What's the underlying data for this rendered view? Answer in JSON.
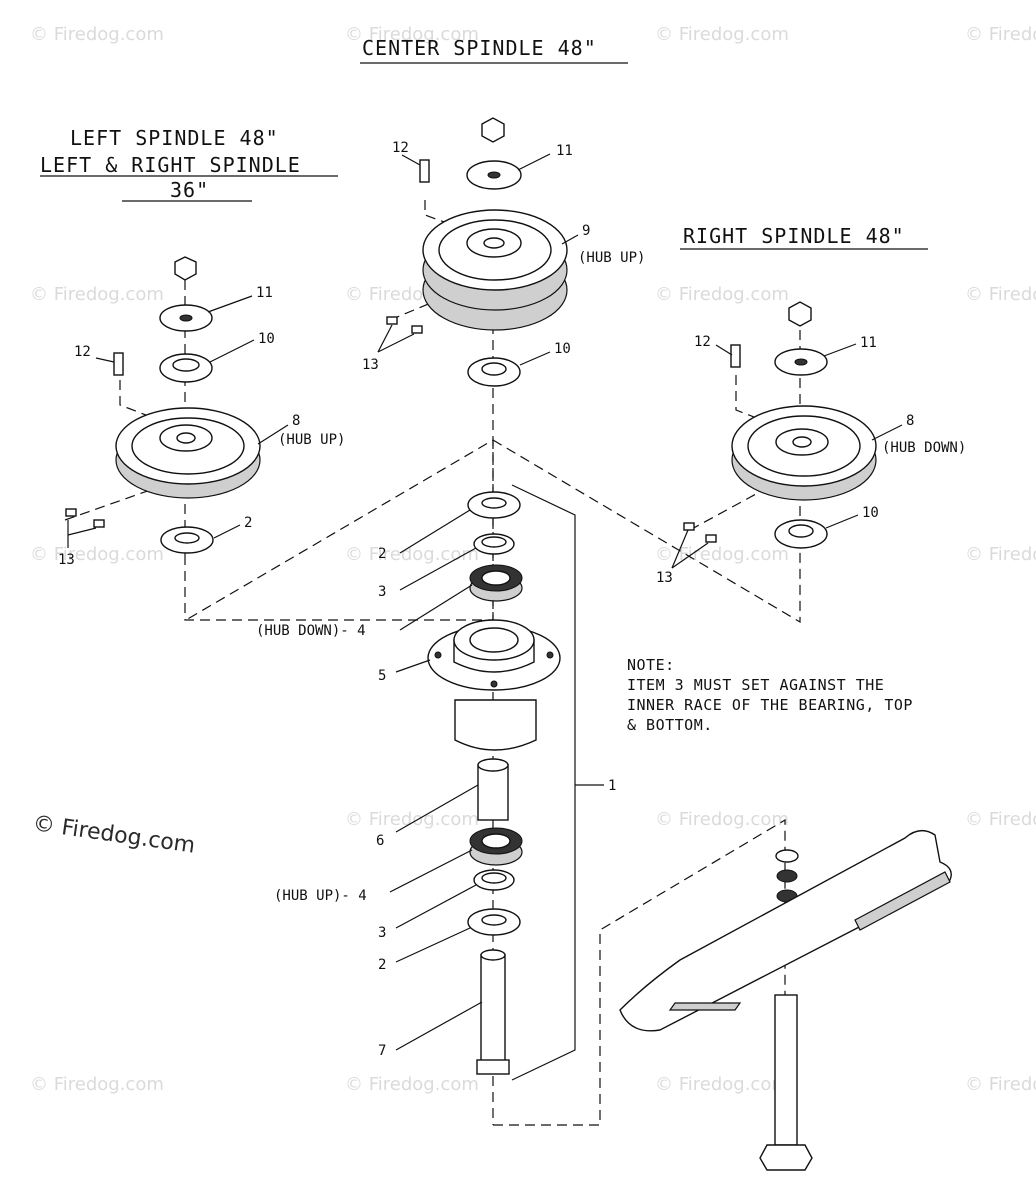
{
  "titles": {
    "center": "CENTER SPINDLE 48\"",
    "left_line1": "LEFT SPINDLE 48\"",
    "left_line2": "LEFT & RIGHT SPINDLE",
    "left_line3": "36\"",
    "right": "RIGHT SPINDLE 48\""
  },
  "note": {
    "line1": "NOTE:",
    "line2": "ITEM 3 MUST SET AGAINST THE",
    "line3": "INNER RACE OF THE BEARING, TOP",
    "line4": "& BOTTOM."
  },
  "callouts": {
    "c1": "1",
    "c2": "2",
    "c3": "3",
    "c4": "4",
    "c5": "5",
    "c6": "6",
    "c7": "7",
    "c8": "8",
    "c9": "9",
    "c10": "10",
    "c11": "11",
    "c12": "12",
    "c13": "13",
    "hub_up": "(HUB UP)",
    "hub_down": "(HUB DOWN)",
    "hub_down_4": "(HUB DOWN)- 4",
    "hub_up_4": "(HUB UP)- 4"
  },
  "watermark": {
    "text": "© Firedog.com"
  }
}
